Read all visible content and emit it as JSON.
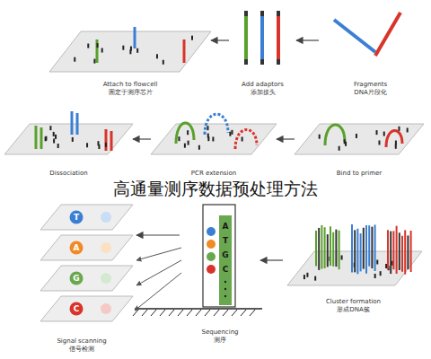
{
  "diagram": {
    "title": "高通量测序数据预处理方法",
    "nodes": [
      {
        "text": [
          "Fragments",
          "DNA片段化"
        ]
      },
      {
        "text": [
          "Add adaptors",
          "添加接头"
        ]
      },
      {
        "text": [
          "Attach to flowcell",
          "固定于测序芯片"
        ]
      },
      {
        "text": [
          "Bind to primer"
        ]
      },
      {
        "text": [
          "PCR extension"
        ]
      },
      {
        "text": [
          "Dissociation"
        ]
      },
      {
        "text": [
          "Cluster formation",
          "形成DNA簇"
        ]
      },
      {
        "text": [
          "Sequencing",
          "测序"
        ]
      },
      {
        "text": [
          "Signal scanning",
          "信号检测"
        ]
      }
    ],
    "edges": [
      {
        "from": 0,
        "to": 1,
        "arrow": "to"
      },
      {
        "from": 1,
        "to": 2,
        "arrow": "to"
      },
      {
        "from": 3,
        "to": 4,
        "arrow": "to"
      },
      {
        "from": 4,
        "to": 5,
        "arrow": "to"
      },
      {
        "from": 6,
        "to": 7,
        "arrow": "to"
      },
      {
        "from": 7,
        "to": 8,
        "arrow": "to"
      }
    ],
    "labels": [
      "T",
      "A",
      "G",
      "C",
      "A",
      "T",
      "G",
      "C"
    ]
  }
}
